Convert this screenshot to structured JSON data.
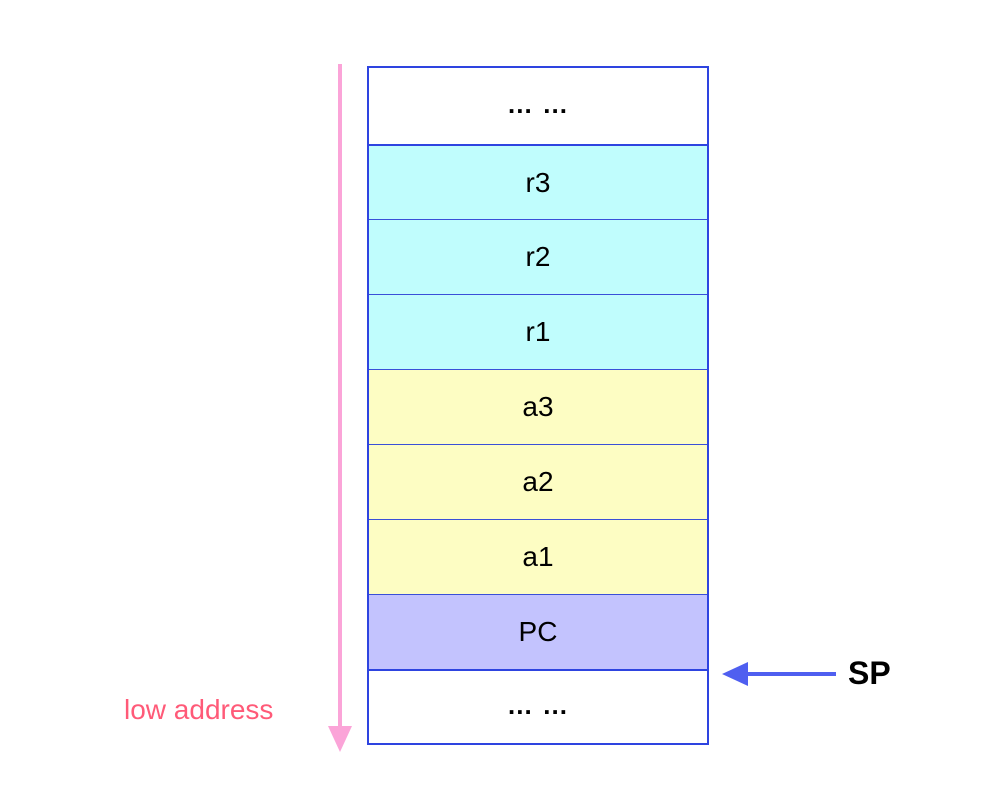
{
  "address_label": "low address",
  "pointer_label": "SP",
  "stack": [
    {
      "label": "… …",
      "fill": "#ffffff",
      "kind": "ellipsis"
    },
    {
      "label": "r3",
      "fill": "#c0fdfd",
      "kind": "return"
    },
    {
      "label": "r2",
      "fill": "#c0fdfd",
      "kind": "return"
    },
    {
      "label": "r1",
      "fill": "#c0fdfd",
      "kind": "return"
    },
    {
      "label": "a3",
      "fill": "#fdfdc3",
      "kind": "argument"
    },
    {
      "label": "a2",
      "fill": "#fdfdc3",
      "kind": "argument"
    },
    {
      "label": "a1",
      "fill": "#fdfdc3",
      "kind": "argument"
    },
    {
      "label": "PC",
      "fill": "#c3c3fe",
      "kind": "pc"
    },
    {
      "label": "… …",
      "fill": "#ffffff",
      "kind": "ellipsis"
    }
  ],
  "colors": {
    "stack_border": "#2e44e0",
    "address_arrow": "#fba4d8",
    "address_label": "#ff5a78",
    "sp_arrow": "#4f5ff0"
  }
}
